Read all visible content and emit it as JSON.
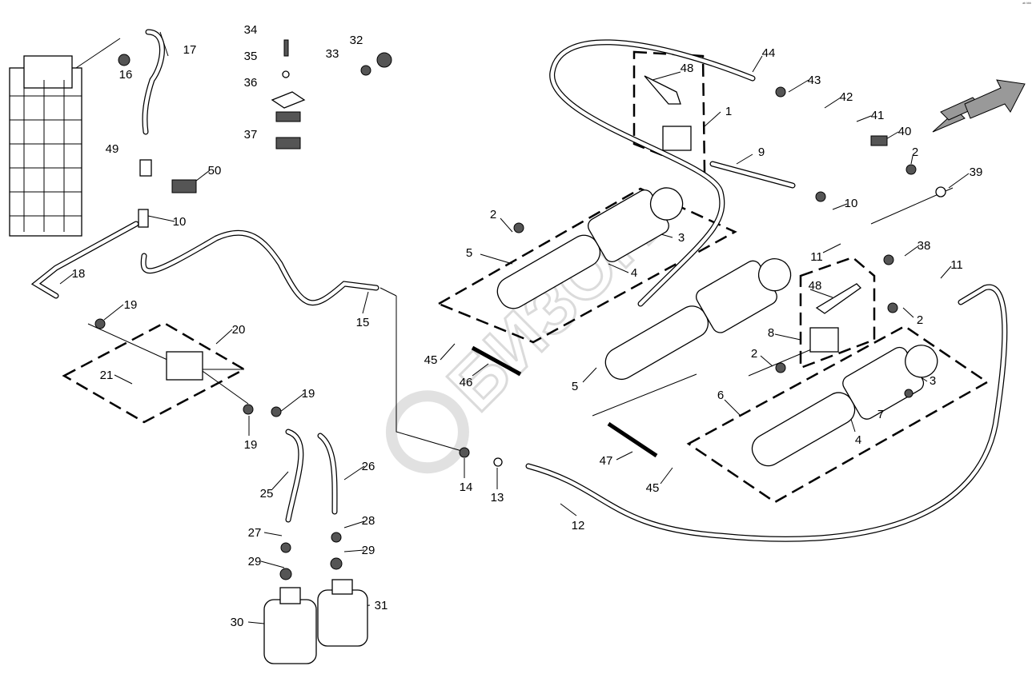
{
  "diagram": {
    "type": "exploded parts diagram (hydraulic lines and cylinders)",
    "watermark": "БИЗОН",
    "corner_code": "ᵃᵇ ᵇᵇᵇ",
    "callouts": [
      "34",
      "35",
      "36",
      "37",
      "32",
      "33",
      "16",
      "17",
      "49",
      "50",
      "10",
      "18",
      "19",
      "20",
      "21",
      "19",
      "19",
      "25",
      "26",
      "27",
      "28",
      "29",
      "29",
      "30",
      "31",
      "15",
      "14",
      "13",
      "12",
      "45",
      "46",
      "5",
      "2",
      "3",
      "4",
      "5",
      "48",
      "1",
      "9",
      "44",
      "43",
      "42",
      "41",
      "40",
      "2",
      "39",
      "10",
      "11",
      "38",
      "11",
      "48",
      "8",
      "2",
      "2",
      "3",
      "6",
      "7",
      "4",
      "47",
      "45"
    ]
  }
}
